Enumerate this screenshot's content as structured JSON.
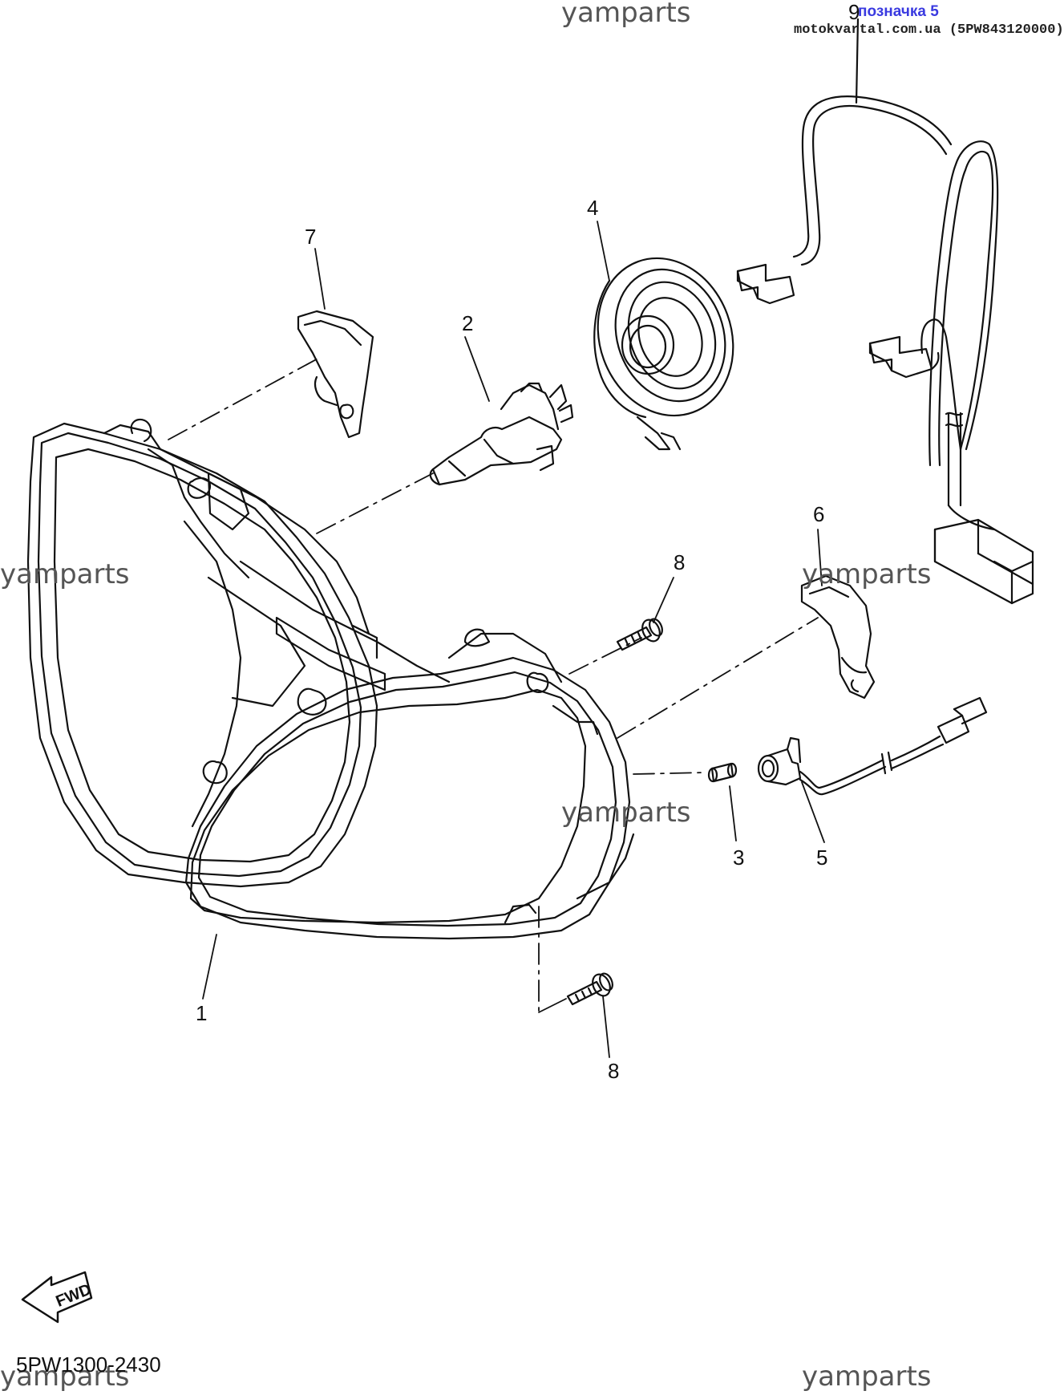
{
  "watermarks": [
    "yamparts",
    "yamparts",
    "yamparts",
    "yamparts",
    "yamparts",
    "yamparts"
  ],
  "header": {
    "marker_label": "позначка 5",
    "marker_color": "#3a3ae0",
    "source_label": "motokvartal.com.ua (5PW843120000)"
  },
  "callouts": [
    "1",
    "2",
    "3",
    "4",
    "5",
    "6",
    "7",
    "8",
    "8",
    "9"
  ],
  "fwd_badge": {
    "text": "FWD",
    "icon": "forward-arrow-icon"
  },
  "diagram_code": "5PW1300-2430"
}
